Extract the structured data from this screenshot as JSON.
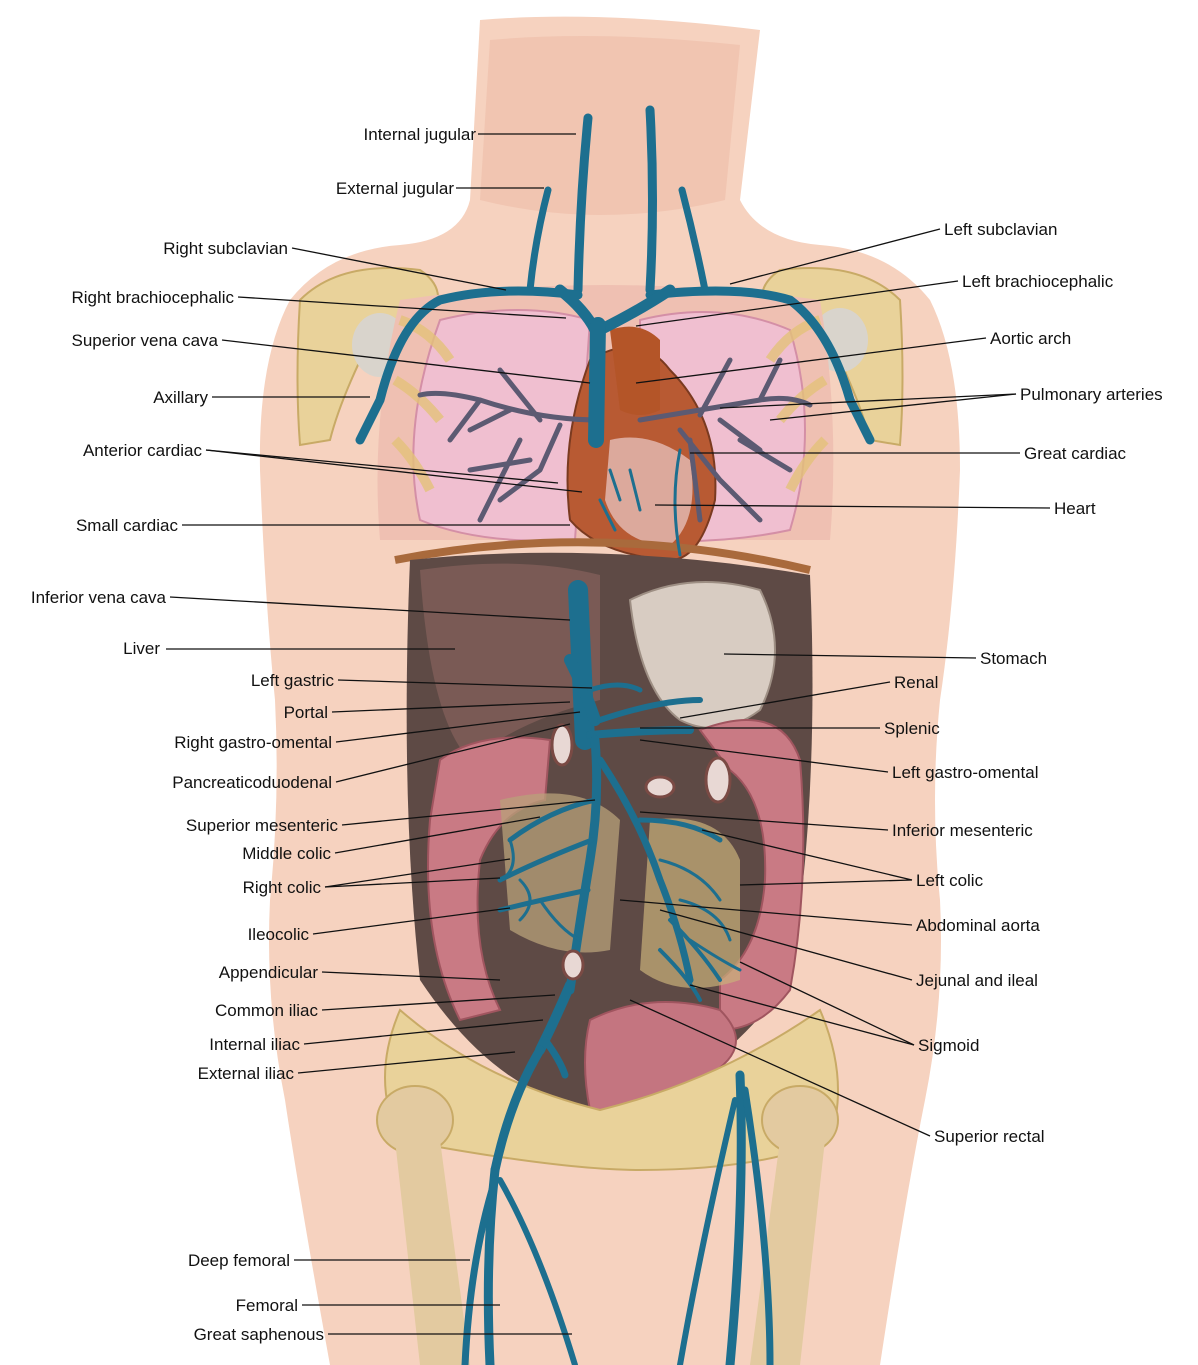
{
  "labels": {
    "internal_jugular": "Internal jugular",
    "external_jugular": "External jugular",
    "right_subclavian": "Right subclavian",
    "right_brachiocephalic": "Right brachiocephalic",
    "superior_vena_cava": "Superior vena cava",
    "axillary": "Axillary",
    "anterior_cardiac": "Anterior cardiac",
    "small_cardiac": "Small cardiac",
    "inferior_vena_cava": "Inferior vena cava",
    "liver": "Liver",
    "left_gastric": "Left gastric",
    "portal": "Portal",
    "right_gastro_omental": "Right gastro-omental",
    "pancreaticoduodenal": "Pancreaticoduodenal",
    "superior_mesenteric": "Superior mesenteric",
    "middle_colic": "Middle colic",
    "right_colic": "Right colic",
    "ileocolic": "Ileocolic",
    "appendicular": "Appendicular",
    "common_iliac": "Common iliac",
    "internal_iliac": "Internal iliac",
    "external_iliac": "External iliac",
    "deep_femoral": "Deep femoral",
    "femoral": "Femoral",
    "great_saphenous": "Great saphenous",
    "left_subclavian": "Left subclavian",
    "left_brachiocephalic": "Left brachiocephalic",
    "aortic_arch": "Aortic arch",
    "pulmonary_arteries": "Pulmonary arteries",
    "great_cardiac": "Great cardiac",
    "heart": "Heart",
    "stomach": "Stomach",
    "renal": "Renal",
    "splenic": "Splenic",
    "left_gastro_omental": "Left gastro-omental",
    "inferior_mesenteric": "Inferior mesenteric",
    "left_colic": "Left colic",
    "abdominal_aorta": "Abdominal aorta",
    "jejunal_and_ileal": "Jejunal and ileal",
    "sigmoid": "Sigmoid",
    "superior_rectal": "Superior rectal"
  },
  "colors": {
    "skin": "#f5cdb8",
    "bone": "#e9d29a",
    "vein": "#1d6f8f",
    "lung": "#f0bfd0",
    "heart": "#b85a33",
    "liver": "#7a5a55",
    "stomach": "#d8ccc2",
    "colon": "#c97a84",
    "pulmonary": "#5c5a72"
  }
}
